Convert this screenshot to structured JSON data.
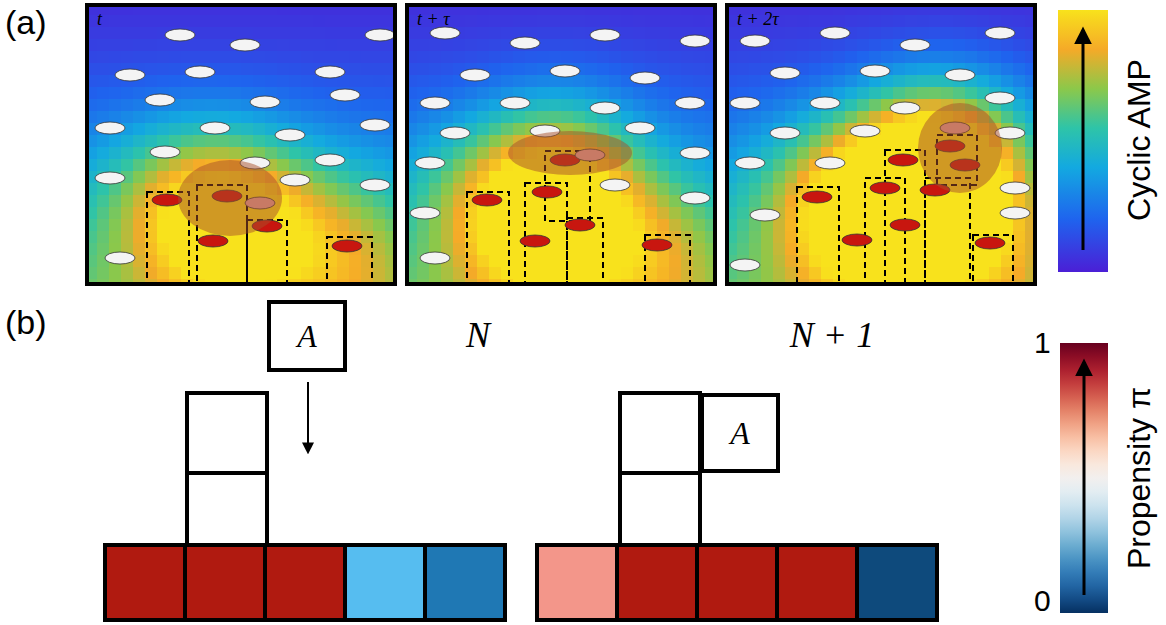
{
  "diagram": {
    "nodes": [
      {
        "text": [
          "t"
        ]
      },
      {
        "text": [
          "t + τ"
        ]
      },
      {
        "text": [
          "t + 2τ"
        ]
      },
      {
        "text": [
          "A"
        ]
      },
      {
        "text": [
          "A"
        ]
      }
    ],
    "labels": [
      "(a)",
      "Cyclic AMP",
      "(b)",
      "N",
      "N + 1",
      "Propensity π",
      "1",
      "0"
    ]
  }
}
